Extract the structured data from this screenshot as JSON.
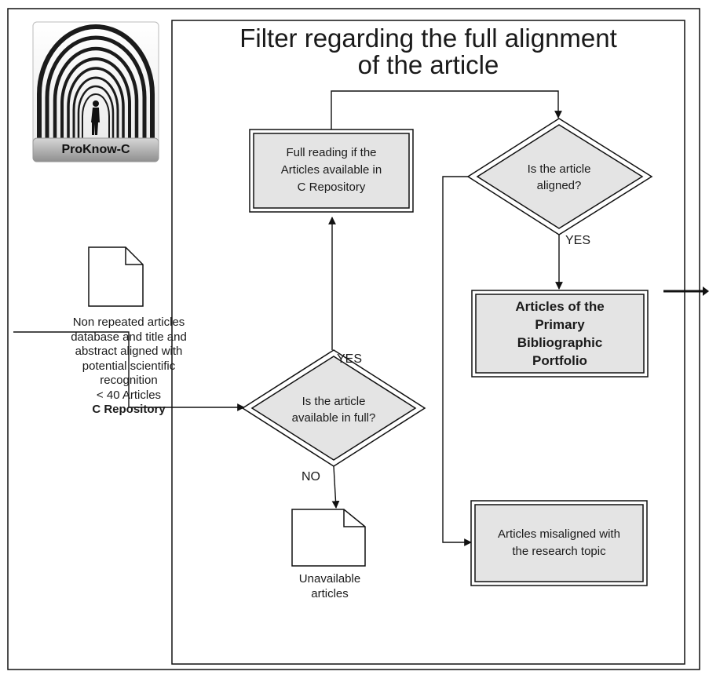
{
  "title": {
    "line1": "Filter regarding the full alignment",
    "line2": "of the article"
  },
  "logo": {
    "label": "ProKnow-C"
  },
  "input_document": {
    "lines": [
      "Non repeated articles",
      "database and title and",
      "abstract aligned with",
      "potential scientific",
      "recognition",
      "< 40 Articles"
    ],
    "bold_line": "C Repository"
  },
  "box_full_reading": {
    "lines": [
      "Full reading if the",
      "Articles available in",
      "C Repository"
    ]
  },
  "decision_available": {
    "lines": [
      "Is the article",
      "available in full?"
    ],
    "yes_label": "YES",
    "no_label": "NO"
  },
  "decision_aligned": {
    "lines": [
      "Is the article",
      "aligned?"
    ],
    "yes_label": "YES"
  },
  "box_primary_portfolio": {
    "lines": [
      "Articles of the",
      "Primary",
      "Bibliographic",
      "Portfolio"
    ]
  },
  "box_misaligned": {
    "lines": [
      "Articles misaligned with",
      "the research topic"
    ]
  },
  "doc_unavailable": {
    "lines": [
      "Unavailable",
      "articles"
    ]
  },
  "colors": {
    "line": "#111111",
    "box_fill": "#e4e4e4",
    "doc_fill": "#ffffff",
    "background": "#ffffff"
  }
}
